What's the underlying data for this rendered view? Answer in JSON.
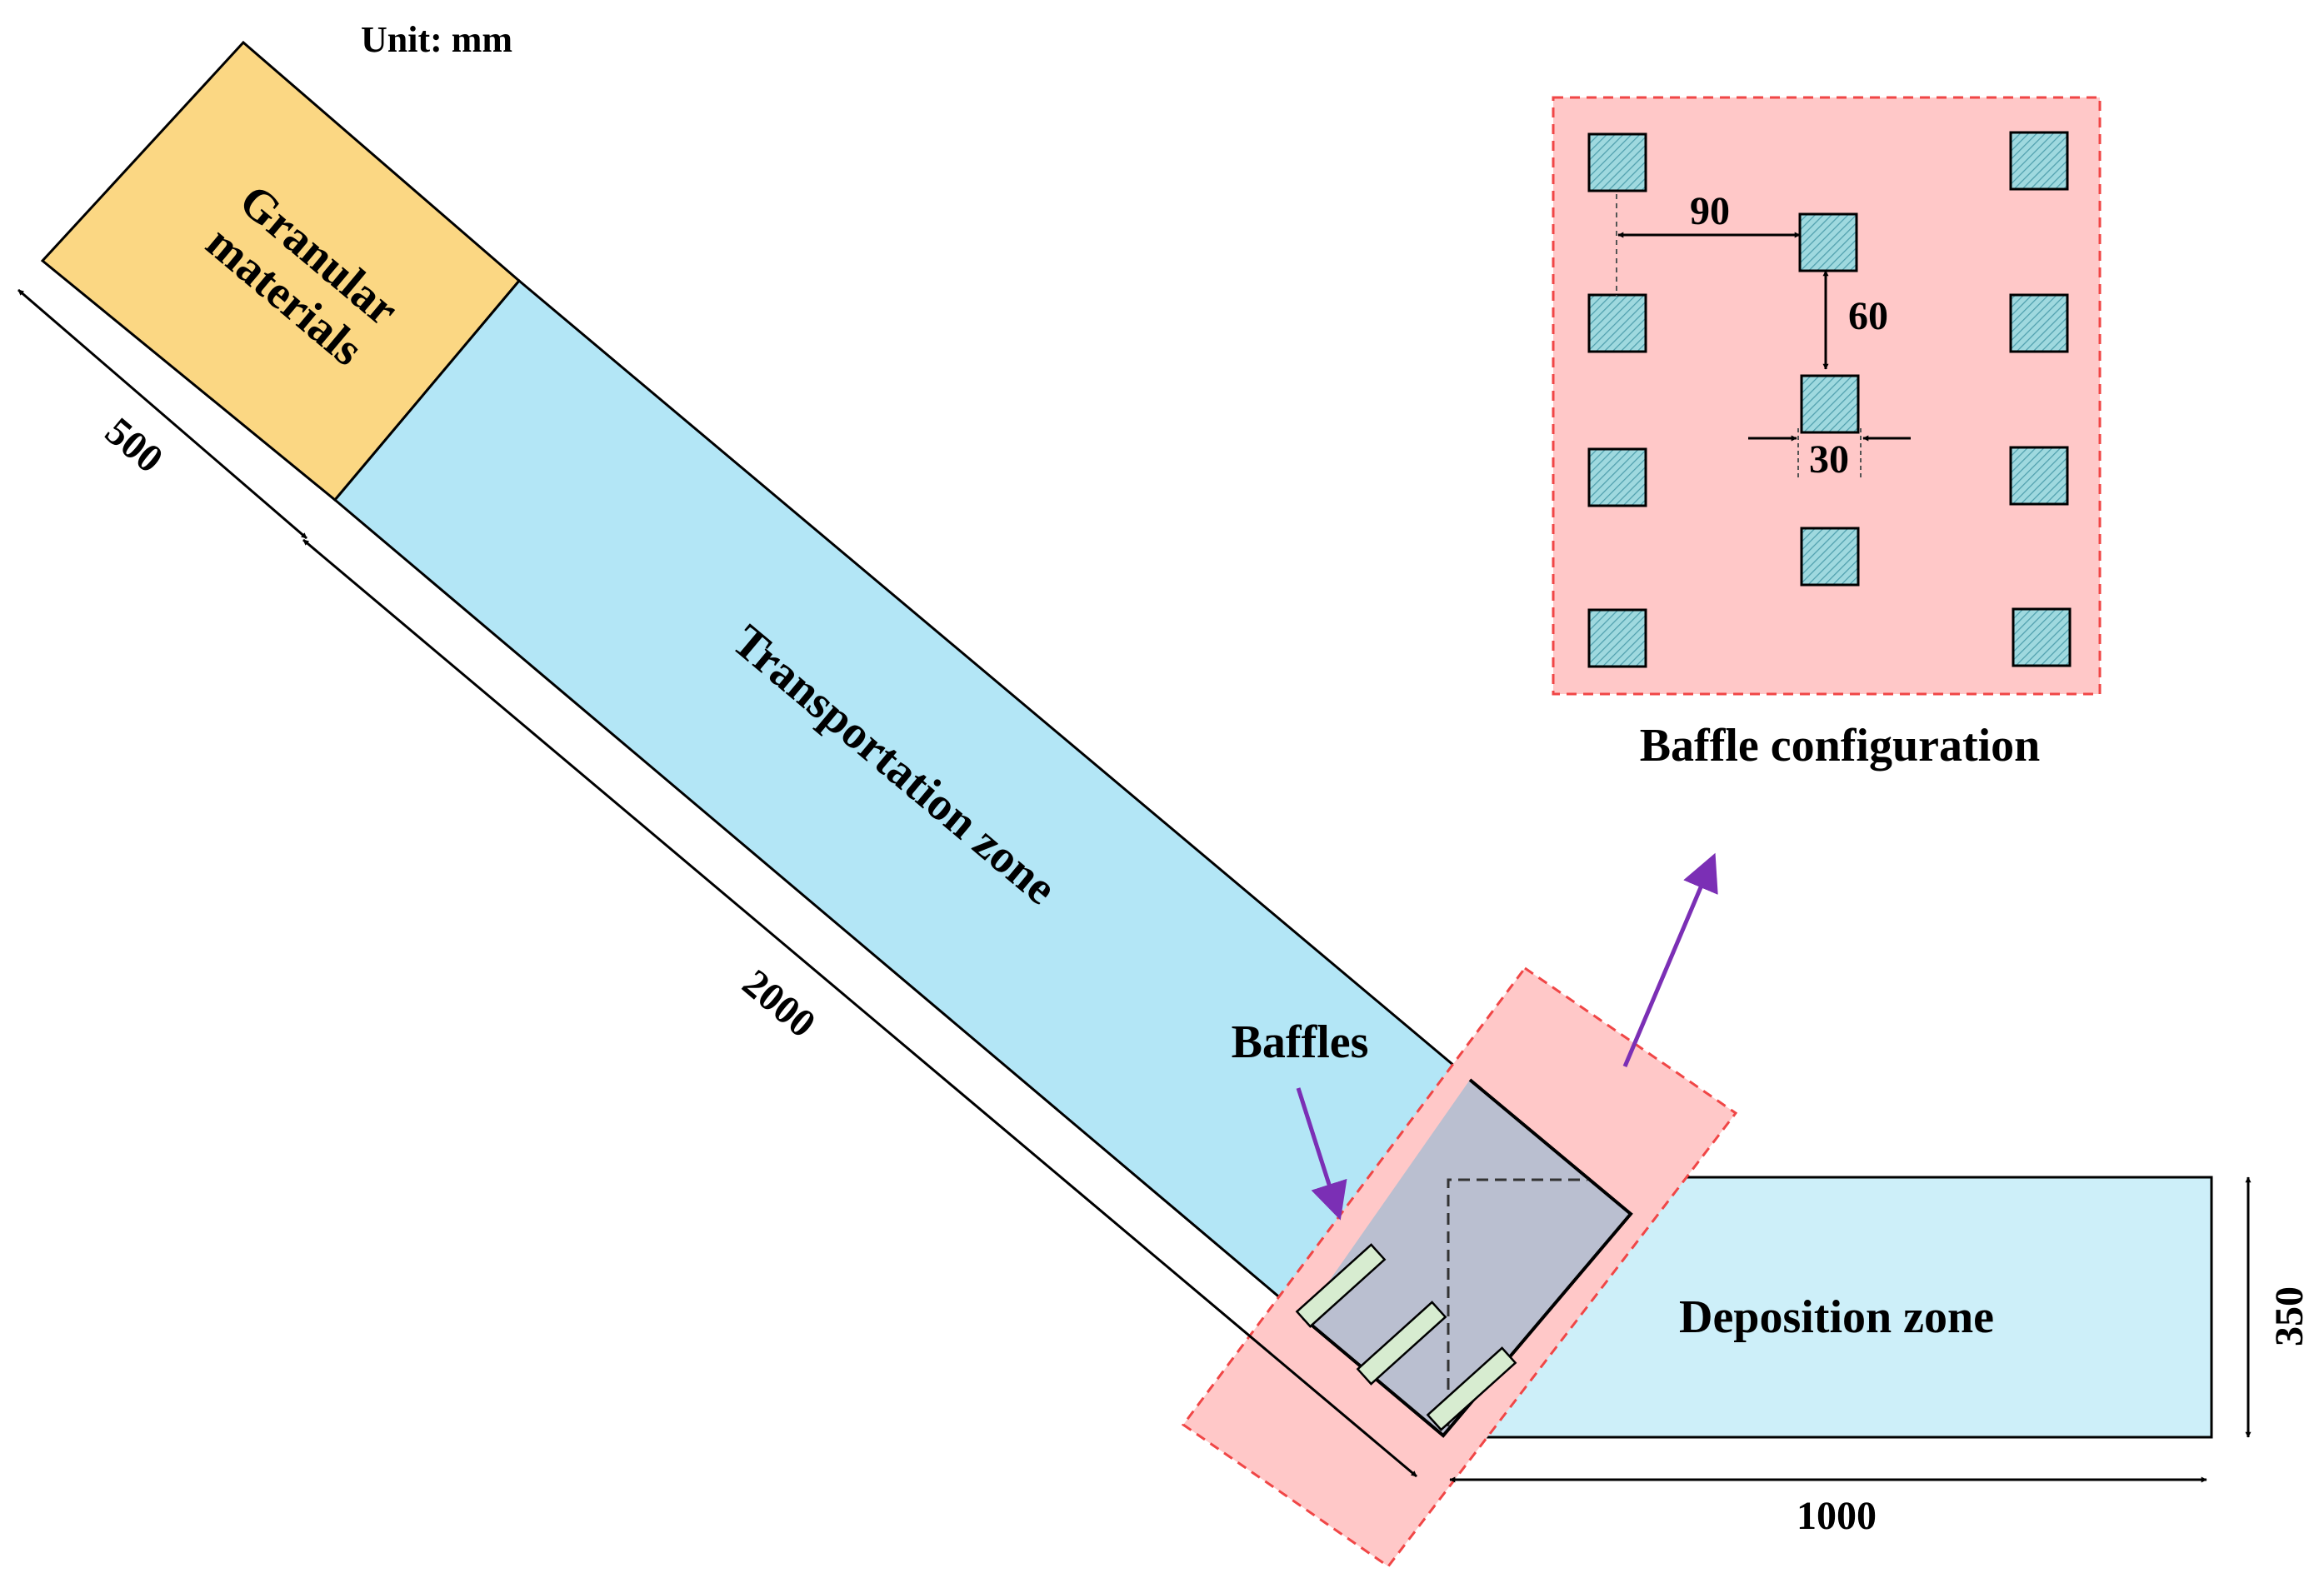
{
  "labels": {
    "unit": "Unit: mm",
    "granular_line1": "Granular",
    "granular_line2": "materials",
    "transport": "Transportation zone",
    "deposition": "Deposition  zone",
    "baffles": "Baffles",
    "baffle_config": "Baffle configuration"
  },
  "dimensions": {
    "granular_length": "500",
    "transport_length": "2000",
    "deposition_length": "1000",
    "deposition_width": "350",
    "baffle_spacing_x": "90",
    "baffle_spacing_y": "60",
    "baffle_size": "30"
  },
  "colors": {
    "granular": "#fbd783",
    "transport": "#b3e6f6",
    "deposition": "#cdeff9",
    "overlap": "#b2bed0",
    "highlight": "#ffc8c8",
    "highlight_border": "#f04646",
    "pointer": "#7b2fb5",
    "baffle": "#d7ecd0",
    "square": "#9fd9df"
  }
}
